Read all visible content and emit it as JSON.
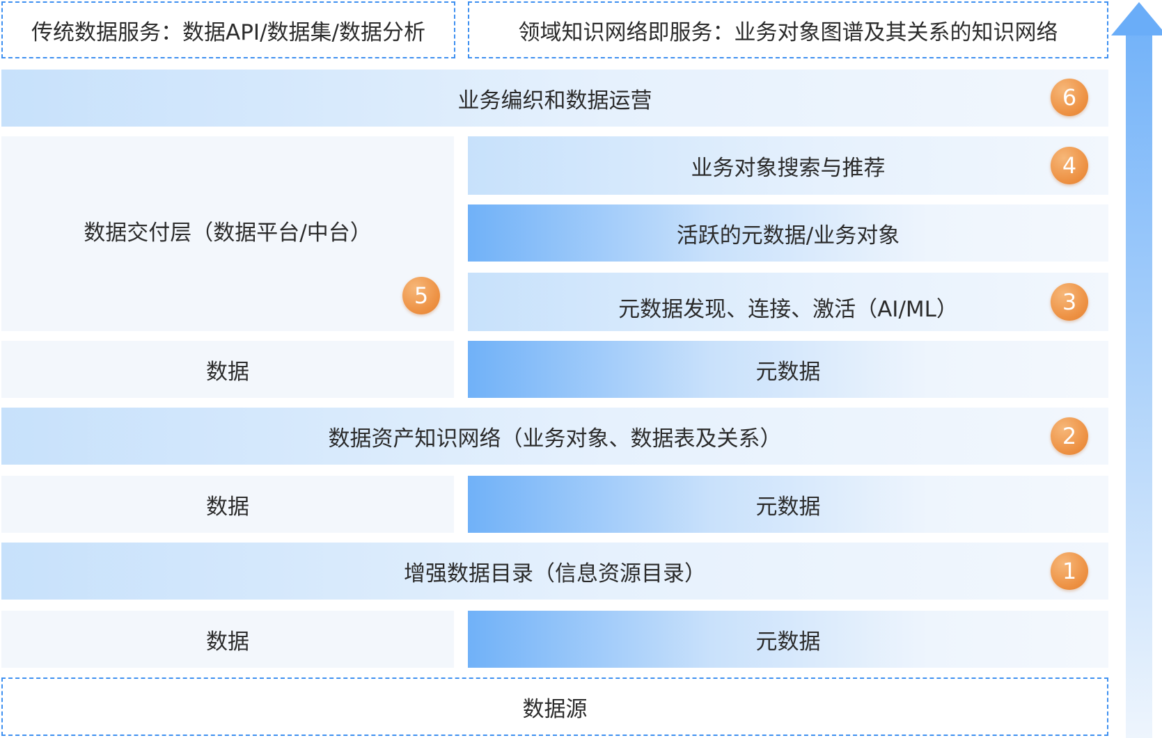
{
  "top": {
    "traditional": "传统数据服务：数据API/数据集/数据分析",
    "knowledge": "领域知识网络即服务：业务对象图谱及其关系的知识网络"
  },
  "layers": {
    "orchestration": "业务编织和数据运营",
    "search": "业务对象搜索与推荐",
    "delivery": "数据交付层（数据平台/中台）",
    "active": "活跃的元数据/业务对象",
    "discovery": "元数据发现、连接、激活（AI/ML）",
    "asset_network": "数据资产知识网络（业务对象、数据表及关系）",
    "catalog": "增强数据目录（信息资源目录）",
    "source": "数据源"
  },
  "rows": [
    {
      "data": "数据",
      "meta": "元数据"
    },
    {
      "data": "数据",
      "meta": "元数据"
    },
    {
      "data": "数据",
      "meta": "元数据"
    }
  ],
  "badges": {
    "b1": "1",
    "b2": "2",
    "b3": "3",
    "b4": "4",
    "b5": "5",
    "b6": "6"
  },
  "colors": {
    "accent_blue": "#3d8ff0",
    "badge_orange": "#ee9447"
  }
}
